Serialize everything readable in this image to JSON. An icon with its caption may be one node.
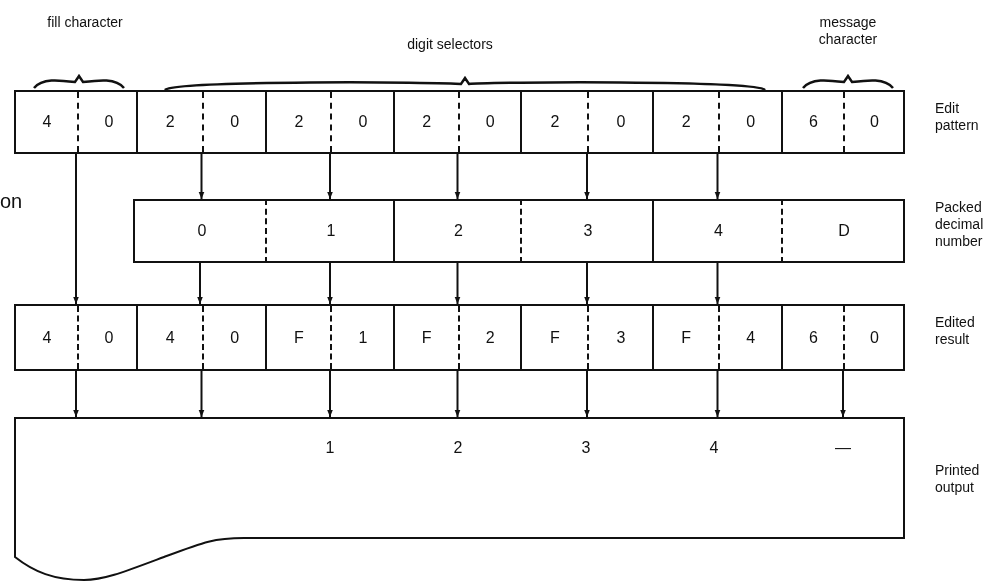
{
  "diagram": {
    "nodes": [
      {
        "text": [
          "Edit pattern"
        ]
      },
      {
        "text": [
          "4",
          "0"
        ],
        "in": 0
      },
      {
        "text": [
          "2",
          "0"
        ],
        "in": 0
      },
      {
        "text": [
          "2",
          "0"
        ],
        "in": 0
      },
      {
        "text": [
          "2",
          "0"
        ],
        "in": 0
      },
      {
        "text": [
          "2",
          "0"
        ],
        "in": 0
      },
      {
        "text": [
          "2",
          "0"
        ],
        "in": 0
      },
      {
        "text": [
          "6",
          "0"
        ],
        "in": 0
      },
      {
        "text": [
          "Packed decimal number"
        ]
      },
      {
        "text": [
          "0"
        ],
        "in": 8
      },
      {
        "text": [
          "1"
        ],
        "in": 8
      },
      {
        "text": [
          "2"
        ],
        "in": 8
      },
      {
        "text": [
          "3"
        ],
        "in": 8
      },
      {
        "text": [
          "4"
        ],
        "in": 8
      },
      {
        "text": [
          "D"
        ],
        "in": 8
      },
      {
        "text": [
          "Edited result"
        ]
      },
      {
        "text": [
          "4",
          "0"
        ],
        "in": 15
      },
      {
        "text": [
          "4",
          "0"
        ],
        "in": 15
      },
      {
        "text": [
          "F",
          "1"
        ],
        "in": 15
      },
      {
        "text": [
          "F",
          "2"
        ],
        "in": 15
      },
      {
        "text": [
          "F",
          "3"
        ],
        "in": 15
      },
      {
        "text": [
          "F",
          "4"
        ],
        "in": 15
      },
      {
        "text": [
          "6",
          "0"
        ],
        "in": 15
      },
      {
        "text": [
          "Printed output",
          "1",
          "2",
          "3",
          "4",
          "—"
        ]
      }
    ],
    "edges": [
      {
        "from": 2,
        "to": 9,
        "arrow": "to"
      },
      {
        "from": 3,
        "to": 10,
        "arrow": "to"
      },
      {
        "from": 4,
        "to": 11,
        "arrow": "to"
      },
      {
        "from": 5,
        "to": 12,
        "arrow": "to"
      },
      {
        "from": 6,
        "to": 13,
        "arrow": "to"
      },
      {
        "from": 1,
        "to": 16,
        "arrow": "to"
      },
      {
        "from": 9,
        "to": 17,
        "arrow": "to"
      },
      {
        "from": 10,
        "to": 18,
        "arrow": "to"
      },
      {
        "from": 11,
        "to": 19,
        "arrow": "to"
      },
      {
        "from": 12,
        "to": 20,
        "arrow": "to"
      },
      {
        "from": 13,
        "to": 21,
        "arrow": "to"
      },
      {
        "from": 16,
        "to": 23,
        "arrow": "to"
      },
      {
        "from": 17,
        "to": 23,
        "arrow": "to"
      },
      {
        "from": 18,
        "to": 23,
        "arrow": "to"
      },
      {
        "from": 19,
        "to": 23,
        "arrow": "to"
      },
      {
        "from": 20,
        "to": 23,
        "arrow": "to"
      },
      {
        "from": 21,
        "to": 23,
        "arrow": "to"
      },
      {
        "from": 22,
        "to": 23,
        "arrow": "to"
      }
    ],
    "labels": [
      "fill character",
      "digit selectors",
      "message character",
      "on"
    ]
  }
}
